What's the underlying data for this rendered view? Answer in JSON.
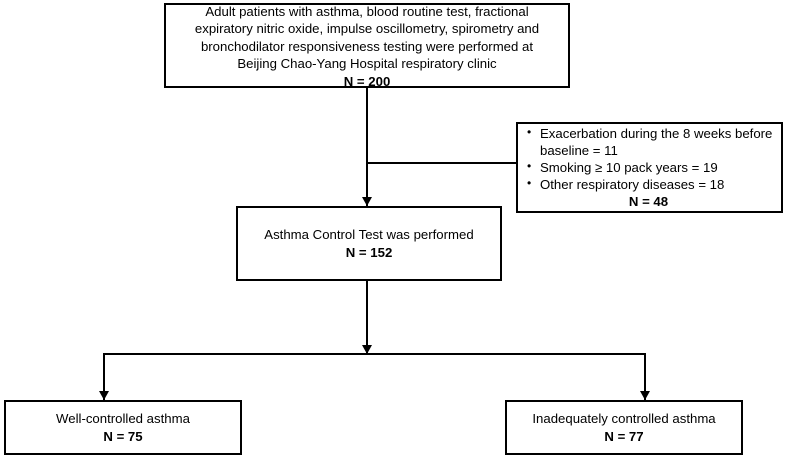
{
  "diagram": {
    "type": "study-flowchart",
    "title": "",
    "colors": {
      "stroke": "#000000",
      "background": "#ffffff",
      "text": "#000000"
    },
    "nodes": {
      "enrollment": {
        "lines": [
          "Adult patients with asthma, blood routine test, fractional",
          "expiratory nitric oxide, impulse oscillometry, spirometry and",
          "bronchodilator responsiveness testing were performed at",
          "Beijing Chao-Yang Hospital respiratory clinic"
        ],
        "count": "N = 200"
      },
      "exclusions": {
        "bullets": [
          "Exacerbation during the 8 weeks before baseline = 11",
          "Smoking ≥ 10 pack years = 19",
          "Other respiratory diseases = 18"
        ],
        "count": "N = 48"
      },
      "act": {
        "lines": [
          "Asthma Control Test was performed"
        ],
        "count": "N = 152"
      },
      "well_controlled": {
        "lines": [
          "Well-controlled asthma"
        ],
        "count": "N = 75"
      },
      "inadequately_controlled": {
        "lines": [
          "Inadequately controlled asthma"
        ],
        "count": "N = 77"
      }
    }
  }
}
